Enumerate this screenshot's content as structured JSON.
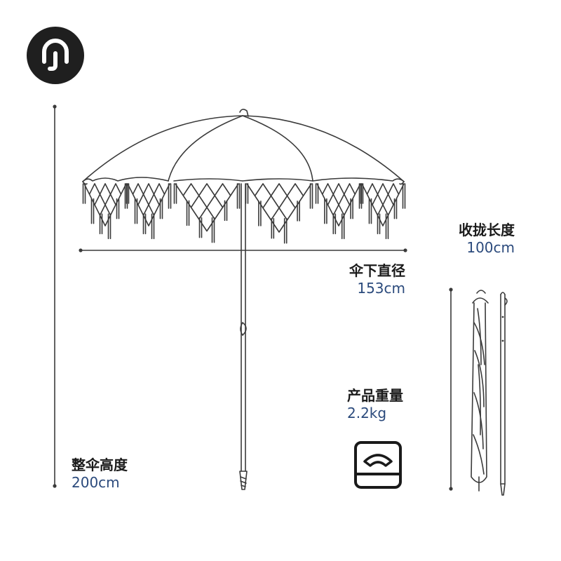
{
  "specs": {
    "canopy_diameter": {
      "label": "伞下直径",
      "value": "153cm"
    },
    "folded_length": {
      "label": "收拢长度",
      "value": "100cm"
    },
    "product_weight": {
      "label": "产品重量",
      "value": "2.2kg"
    },
    "total_height": {
      "label": "整伞高度",
      "value": "200cm"
    }
  },
  "colors": {
    "line": "#3a3a3a",
    "value_text": "#2b4a7c",
    "label_text": "#1a1a1a",
    "logo_bg": "#1f1f1f"
  },
  "icons": [
    "brand-logo",
    "weight-scale-icon"
  ]
}
